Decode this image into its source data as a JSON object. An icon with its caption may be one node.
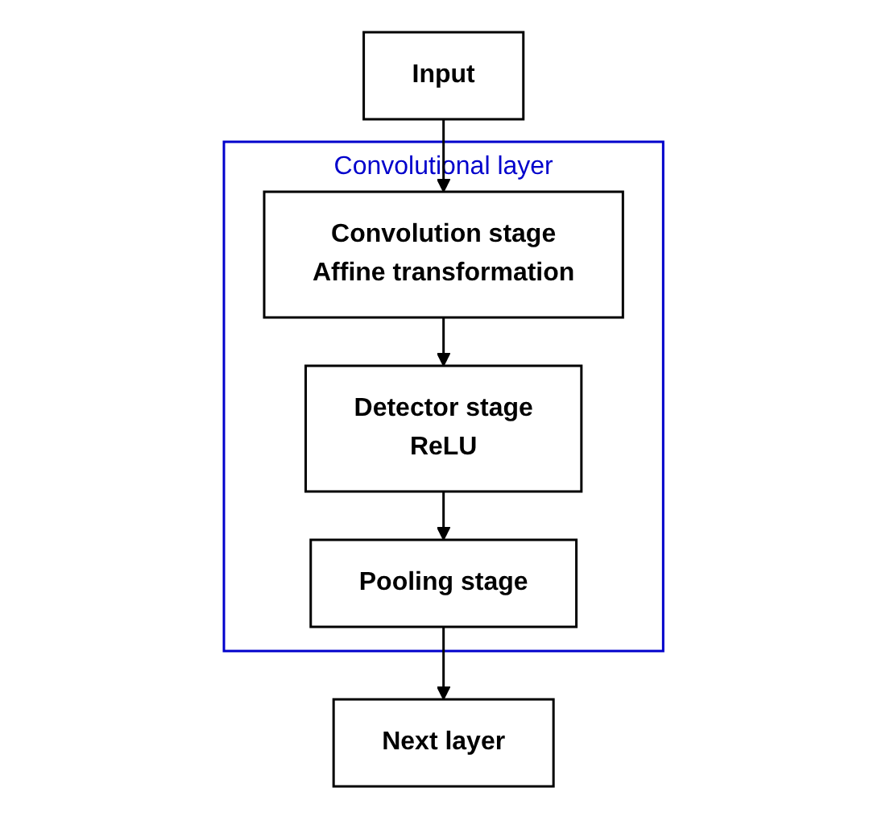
{
  "diagram": {
    "nodes": [
      {
        "text": [
          "Input"
        ]
      },
      {
        "text": [
          "Convolutional layer"
        ]
      },
      {
        "text": [
          "Convolution stage",
          "Affine transformation"
        ],
        "in": 1
      },
      {
        "text": [
          "Detector stage",
          "ReLU"
        ],
        "in": 1
      },
      {
        "text": [
          "Pooling stage"
        ],
        "in": 1
      },
      {
        "text": [
          "Next layer"
        ]
      }
    ],
    "edges": [
      {
        "from": 0,
        "to": 2,
        "arrow": "to"
      },
      {
        "from": 2,
        "to": 3,
        "arrow": "to"
      },
      {
        "from": 3,
        "to": 4,
        "arrow": "to"
      },
      {
        "from": 4,
        "to": 5,
        "arrow": "to"
      }
    ]
  }
}
